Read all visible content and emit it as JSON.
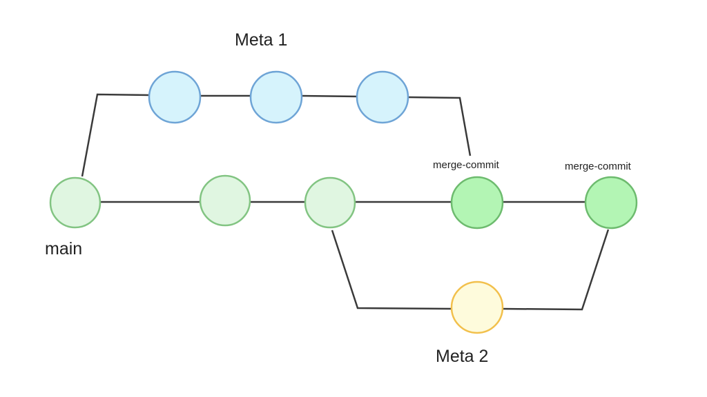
{
  "labels": {
    "branch_meta1": "Meta 1",
    "branch_main": "main",
    "branch_meta2": "Meta 2",
    "merge_commit_1": "merge-commit",
    "merge_commit_2": "merge-commit"
  },
  "colors": {
    "line": "#3a3a3a",
    "main_fill": "#e0f6e1",
    "main_stroke": "#82c482",
    "merge_fill": "#b3f5b4",
    "merge_stroke": "#6dbb6e",
    "meta1_fill": "#d6f3fc",
    "meta1_stroke": "#6ea4d6",
    "meta2_fill": "#fefbdc",
    "meta2_stroke": "#f2c04c"
  }
}
